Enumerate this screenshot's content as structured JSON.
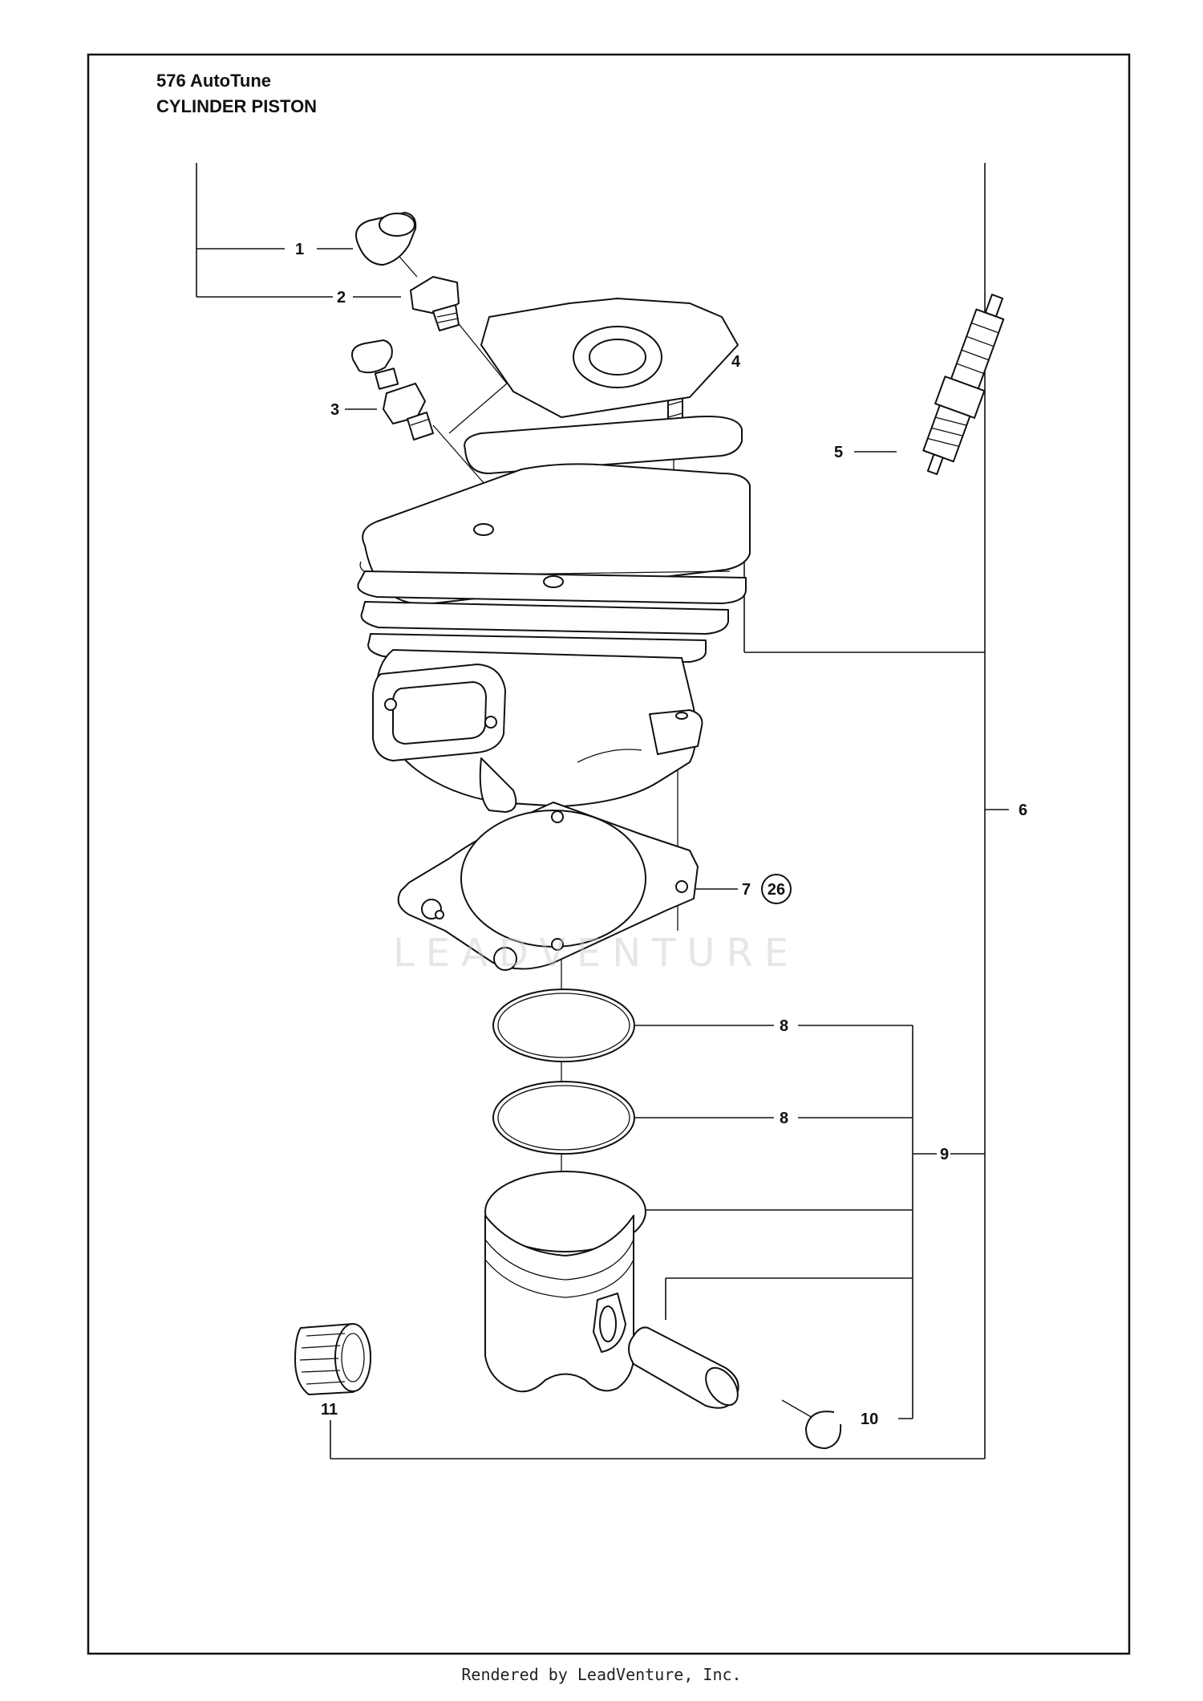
{
  "header": {
    "model": "576 AutoTune",
    "section": "CYLINDER PISTON"
  },
  "callouts": [
    {
      "id": "c1",
      "label": "1"
    },
    {
      "id": "c2",
      "label": "2"
    },
    {
      "id": "c3",
      "label": "3"
    },
    {
      "id": "c4",
      "label": "4"
    },
    {
      "id": "c5",
      "label": "5"
    },
    {
      "id": "c6",
      "label": "6"
    },
    {
      "id": "c7",
      "label": "7"
    },
    {
      "id": "c8a",
      "label": "8"
    },
    {
      "id": "c8b",
      "label": "8"
    },
    {
      "id": "c9",
      "label": "9"
    },
    {
      "id": "c10",
      "label": "10"
    },
    {
      "id": "c11",
      "label": "11"
    }
  ],
  "kit_badge": "26",
  "watermark": "LEADVENTURE",
  "footer": "Rendered by LeadVenture, Inc."
}
